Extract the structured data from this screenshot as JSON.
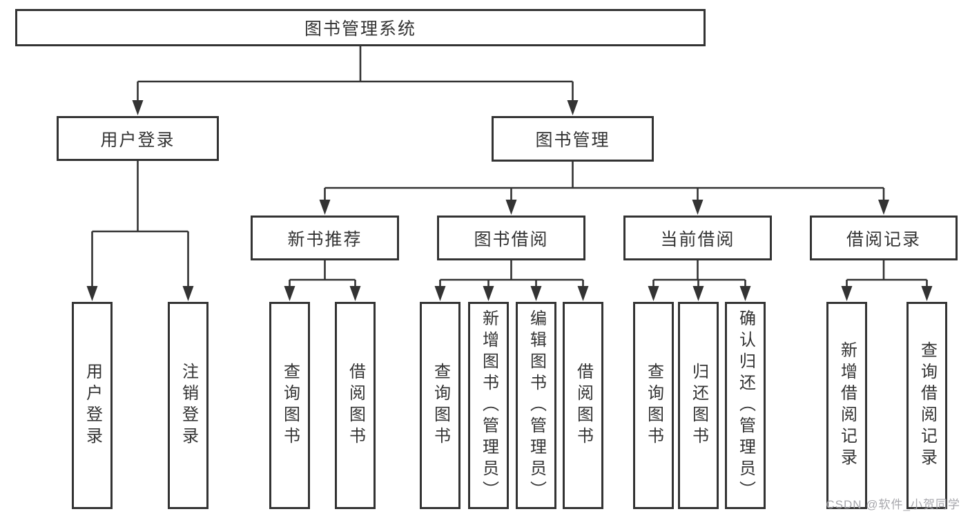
{
  "diagram": {
    "root": {
      "label": "图书管理系统"
    },
    "login": {
      "label": "用户登录",
      "leaves": [
        {
          "label": "用户登录"
        },
        {
          "label": "注销登录"
        }
      ]
    },
    "management": {
      "label": "图书管理",
      "groups": [
        {
          "label": "新书推荐",
          "leaves": [
            {
              "label": "查询图书"
            },
            {
              "label": "借阅图书"
            }
          ]
        },
        {
          "label": "图书借阅",
          "leaves": [
            {
              "label": "查询图书"
            },
            {
              "label": "新增图书（管理员）"
            },
            {
              "label": "编辑图书（管理员）"
            },
            {
              "label": "借阅图书"
            }
          ]
        },
        {
          "label": "当前借阅",
          "leaves": [
            {
              "label": "查询图书"
            },
            {
              "label": "归还图书"
            },
            {
              "label": "确认归还（管理员）"
            }
          ]
        },
        {
          "label": "借阅记录",
          "leaves": [
            {
              "label": "新增借阅记录"
            },
            {
              "label": "查询借阅记录"
            }
          ]
        }
      ]
    }
  },
  "watermark": {
    "text": "CSDN @软件_小贺同学"
  },
  "colors": {
    "line": "#333333",
    "text": "#333333",
    "box_background": "#ffffff",
    "watermark": "rgba(162,162,168,0.95)"
  }
}
